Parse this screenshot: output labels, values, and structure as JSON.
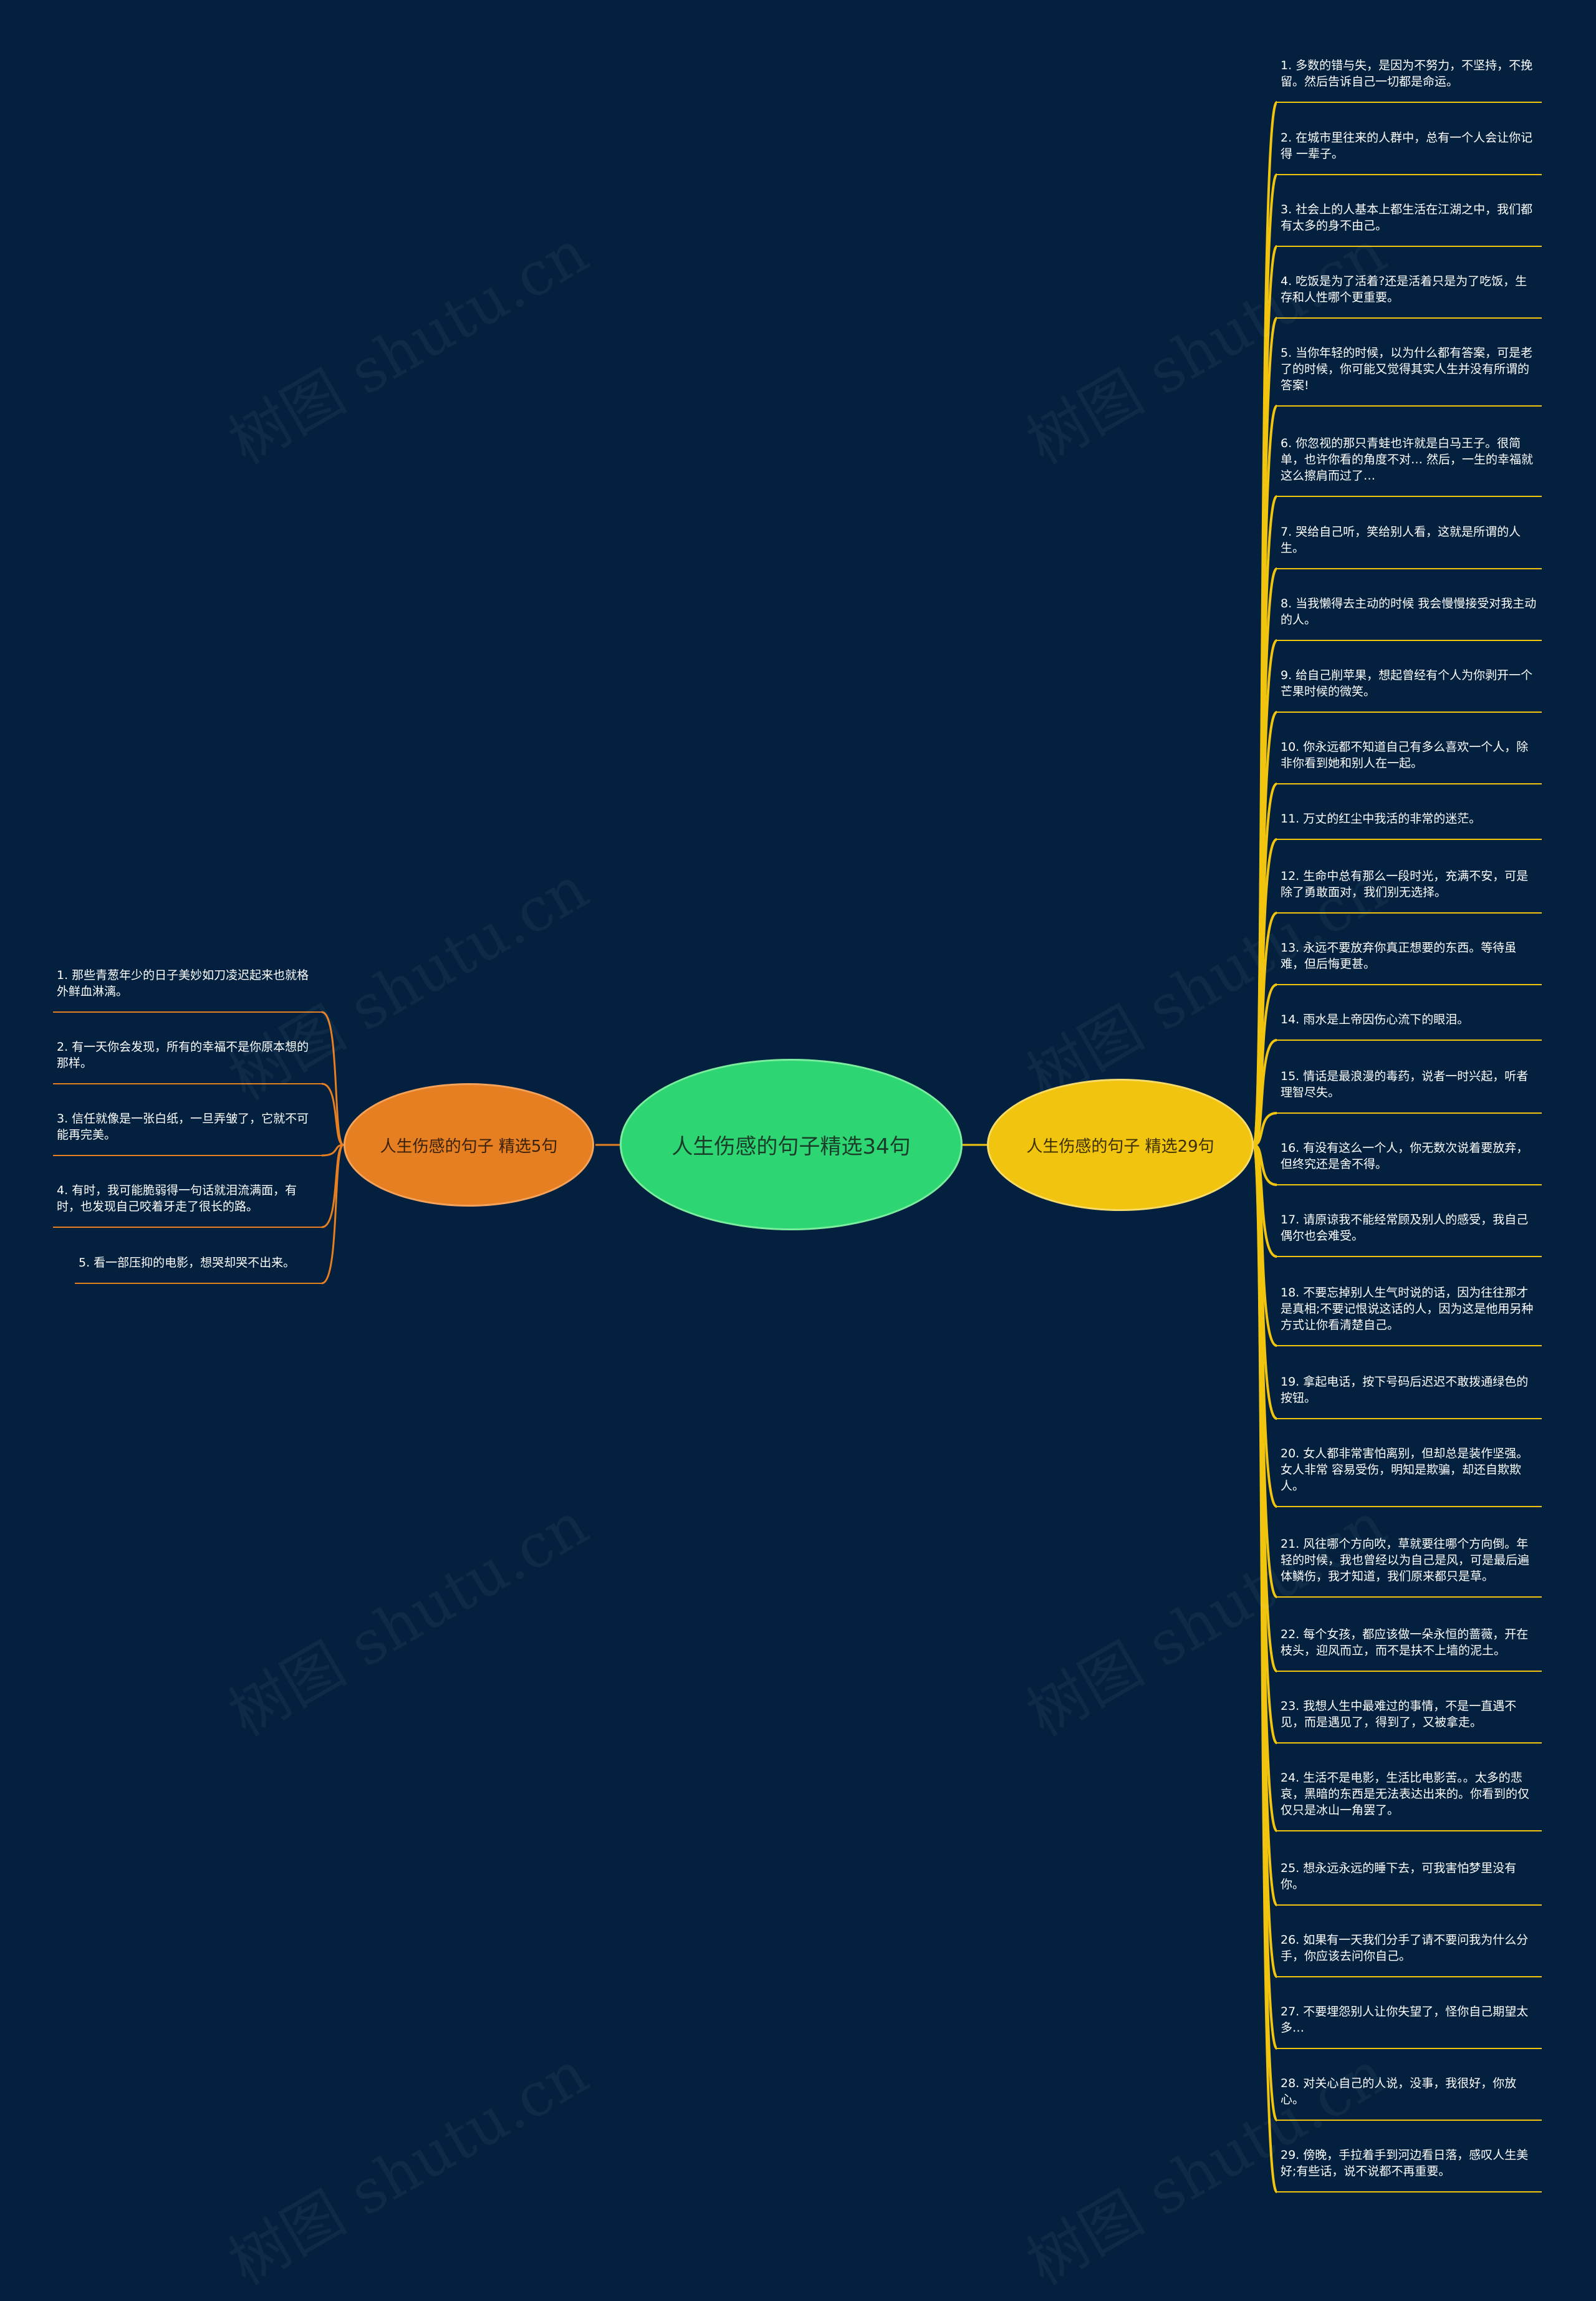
{
  "root": {
    "label": "人生伤感的句子精选34句"
  },
  "left_branch": {
    "label": "人生伤感的句子 精选5句",
    "color": "#e67e22",
    "items": [
      "1. 那些青葱年少的日子美妙如刀凌迟起来也就格外鲜血淋漓。",
      "2. 有一天你会发现，所有的幸福不是你原本想的那样。",
      "3. 信任就像是一张白纸，一旦弄皱了，它就不可能再完美。",
      "4. 有时，我可能脆弱得一句话就泪流满面，有时，也发现自己咬着牙走了很长的路。",
      "5. 看一部压抑的电影，想哭却哭不出来。"
    ]
  },
  "right_branch": {
    "label": "人生伤感的句子 精选29句",
    "color": "#f1c40f",
    "items": [
      "1. 多数的错与失，是因为不努力，不坚持，不挽留。然后告诉自己一切都是命运。",
      "2. 在城市里往来的人群中，总有一个人会让你记得 一辈子。",
      "3. 社会上的人基本上都生活在江湖之中，我们都有太多的身不由己。",
      "4. 吃饭是为了活着?还是活着只是为了吃饭，生存和人性哪个更重要。",
      "5. 当你年轻的时候，以为什么都有答案，可是老了的时候，你可能又觉得其实人生并没有所谓的答案!",
      "6. 你忽视的那只青蛙也许就是白马王子。很简单，也许你看的角度不对… 然后，一生的幸福就这么擦肩而过了…",
      "7. 哭给自己听，笑给别人看，这就是所谓的人生。",
      "8. 当我懒得去主动的时候 我会慢慢接受对我主动的人。",
      "9. 给自己削苹果，想起曾经有个人为你剥开一个芒果时候的微笑。",
      "10. 你永远都不知道自己有多么喜欢一个人，除非你看到她和别人在一起。",
      "11. 万丈的红尘中我活的非常的迷茫。",
      "12. 生命中总有那么一段时光，充满不安，可是除了勇敢面对，我们别无选择。",
      "13. 永远不要放弃你真正想要的东西。等待虽难，但后悔更甚。",
      "14. 雨水是上帝因伤心流下的眼泪。",
      "15. 情话是最浪漫的毒药，说者一时兴起，听者理智尽失。",
      "16. 有没有这么一个人，你无数次说着要放弃，但终究还是舍不得。",
      "17. 请原谅我不能经常顾及别人的感受，我自己偶尔也会难受。",
      "18. 不要忘掉别人生气时说的话，因为往往那才是真相;不要记恨说这话的人，因为这是他用另种方式让你看清楚自己。",
      "19. 拿起电话，按下号码后迟迟不敢拨通绿色的按钮。",
      "20. 女人都非常害怕离别，但却总是装作坚强。女人非常 容易受伤，明知是欺骗，却还自欺欺人。",
      "21. 风往哪个方向吹，草就要往哪个方向倒。年轻的时候，我也曾经以为自己是风，可是最后遍体鳞伤，我才知道，我们原来都只是草。",
      "22. 每个女孩，都应该做一朵永恒的蔷薇，开在枝头，迎风而立，而不是扶不上墙的泥土。",
      "23. 我想人生中最难过的事情，不是一直遇不见，而是遇见了，得到了，又被拿走。",
      "24. 生活不是电影，生活比电影苦。。太多的悲哀，黑暗的东西是无法表达出来的。你看到的仅仅只是冰山一角罢了。",
      "25. 想永远永远的睡下去，可我害怕梦里没有你。",
      "26. 如果有一天我们分手了请不要问我为什么分手，你应该去问你自己。",
      "27. 不要埋怨别人让你失望了，怪你自己期望太多…",
      "28. 对关心自己的人说，没事，我很好，你放心。",
      "29. 傍晚，手拉着手到河边看日落，感叹人生美好;有些话，说不说都不再重要。"
    ]
  },
  "watermark": "树图 shutu.cn"
}
